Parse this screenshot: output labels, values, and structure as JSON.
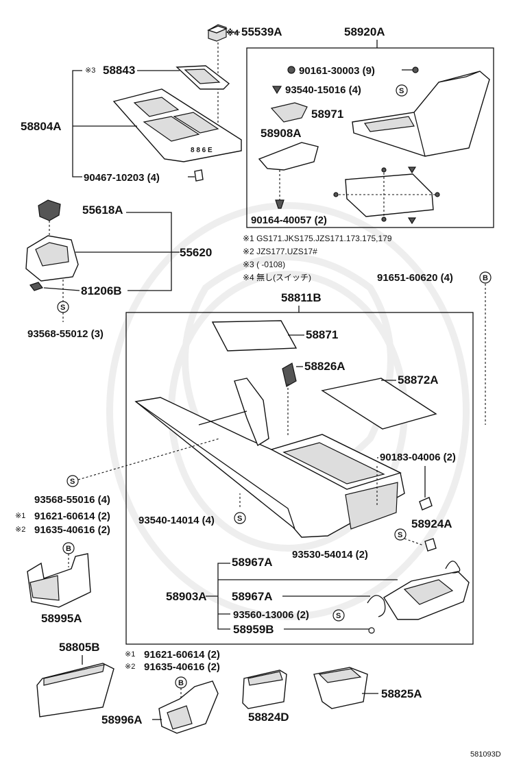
{
  "labels": {
    "p55539A": "55539A",
    "p58920A": "58920A",
    "p58843": "58843",
    "p58804A": "58804A",
    "p90467": "90467-10203 (4)",
    "p90161": "90161-30003 (9)",
    "p93540a": "93540-15016 (4)",
    "p58971": "58971",
    "p58908A": "58908A",
    "p90164": "90164-40057 (2)",
    "p55618A": "55618A",
    "p55620": "55620",
    "p81206B": "81206B",
    "p93568a": "93568-55012 (3)",
    "p91651": "91651-60620 (4)",
    "p58811B": "58811B",
    "p58871": "58871",
    "p58826A": "58826A",
    "p58872A": "58872A",
    "p90183": "90183-04006 (2)",
    "p93568b": "93568-55016 (4)",
    "p91621a": "91621-60614 (2)",
    "p91635a": "91635-40616 (2)",
    "p93540b": "93540-14014 (4)",
    "p58924A": "58924A",
    "p93530": "93530-54014 (2)",
    "p58995A": "58995A",
    "p58967Aa": "58967A",
    "p58903A": "58903A",
    "p58967Ab": "58967A",
    "p93560": "93560-13006 (2)",
    "p58959B": "58959B",
    "p58805B": "58805B",
    "p91621b": "91621-60614 (2)",
    "p91635b": "91635-40616 (2)",
    "p58824D": "58824D",
    "p58825A": "58825A",
    "p58996A": "58996A"
  },
  "marks": {
    "k4": "※4",
    "k3": "※3",
    "k1a": "※1",
    "k2a": "※2",
    "k1b": "※1",
    "k2b": "※2"
  },
  "notes": {
    "n1": "※1 GS171.JKS175.JZS171.173.175,179",
    "n2": "※2 JZS177.UZS17#",
    "n3": "※3 (      -0108)",
    "n4": "※4 無し(スイッチ)"
  },
  "symbols": {
    "S": "S",
    "B": "B"
  },
  "diagram_code": "581093D"
}
